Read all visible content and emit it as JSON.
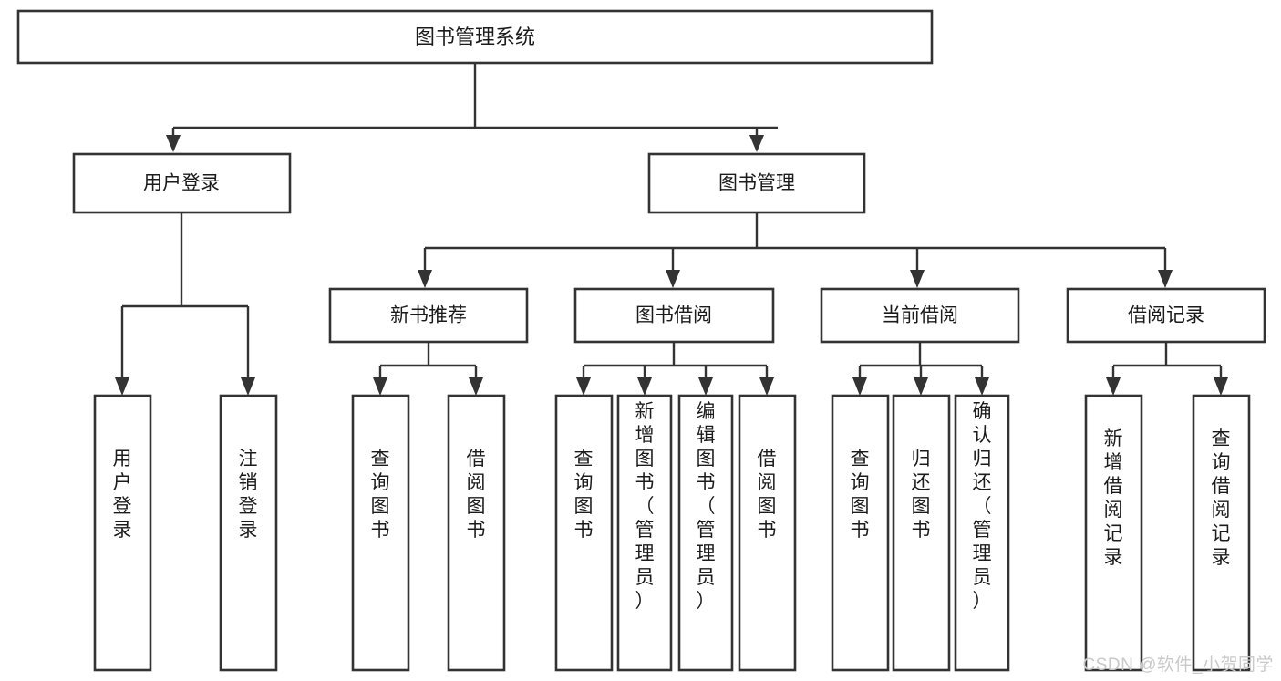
{
  "diagram": {
    "type": "tree",
    "title": "图书管理系统",
    "watermark": "CSDN @软件_小贺同学",
    "colors": {
      "box_stroke": "#333333",
      "box_fill": "#ffffff",
      "text": "#1b1b1b",
      "watermark": "#c9c9c9",
      "background": "#ffffff"
    },
    "root": {
      "label": "图书管理系统"
    },
    "level2": [
      {
        "label": "用户登录"
      },
      {
        "label": "图书管理"
      }
    ],
    "level3": [
      {
        "label": "新书推荐"
      },
      {
        "label": "图书借阅"
      },
      {
        "label": "当前借阅"
      },
      {
        "label": "借阅记录"
      }
    ],
    "leaves": {
      "user_login": [
        {
          "label": "用户登录"
        },
        {
          "label": "注销登录"
        }
      ],
      "new_book": [
        {
          "label": "查询图书"
        },
        {
          "label": "借阅图书"
        }
      ],
      "book_borrow": [
        {
          "label": "查询图书"
        },
        {
          "label": "新增图书（管理员）"
        },
        {
          "label": "编辑图书（管理员）"
        },
        {
          "label": "借阅图书"
        }
      ],
      "current_borrow": [
        {
          "label": "查询图书"
        },
        {
          "label": "归还图书"
        },
        {
          "label": "确认归还（管理员）"
        }
      ],
      "borrow_record": [
        {
          "label": "新增借阅记录"
        },
        {
          "label": "查询借阅记录"
        }
      ]
    }
  }
}
